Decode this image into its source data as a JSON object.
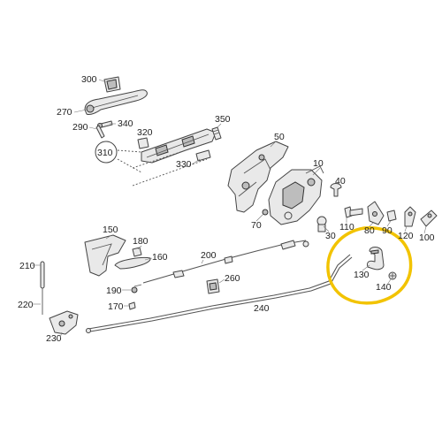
{
  "colors": {
    "highlight": "#f2c300",
    "line": "#444444",
    "part_fill": "#e9e9e9"
  },
  "callouts": {
    "c300": "300",
    "c270": "270",
    "c340": "340",
    "c290": "290",
    "c320": "320",
    "c310": "310",
    "c330": "330",
    "c350": "350",
    "c50": "50",
    "c10": "10",
    "c40": "40",
    "c70": "70",
    "c30": "30",
    "c110": "110",
    "c80": "80",
    "c90": "90",
    "c120": "120",
    "c100": "100",
    "c150": "150",
    "c180": "180",
    "c160": "160",
    "c200": "200",
    "c210": "210",
    "c220": "220",
    "c190": "190",
    "c170": "170",
    "c260": "260",
    "c240": "240",
    "c230": "230",
    "c130": "130",
    "c140": "140"
  },
  "highlighted_part": "130"
}
